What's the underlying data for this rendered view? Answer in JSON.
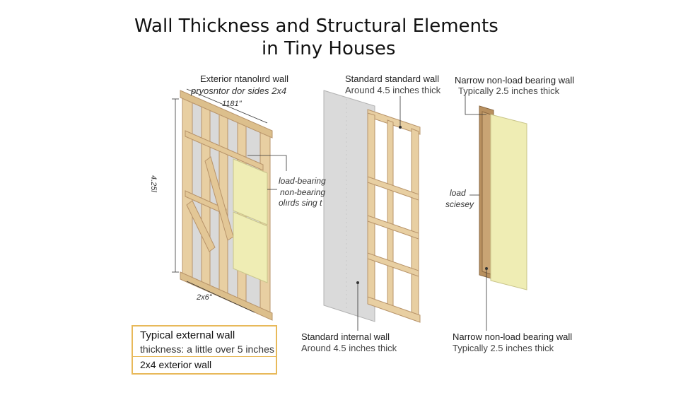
{
  "title": {
    "line1": "Wall Thickness and Structural Elements",
    "line2": "in Tiny Houses"
  },
  "exterior": {
    "heading": "Exterior ntanolırd wall",
    "subheading": "pryosntor dor sides 2x4",
    "top_dim": "1181\"",
    "height_dim": "4.25l",
    "bottom_dim": "2x6\"",
    "note1": "load-bearing",
    "note2": "non-bearing",
    "note3": "olırds sing t"
  },
  "standard": {
    "top_title": "Standard standard wall",
    "top_sub": "Around 4.5 inches thick",
    "bottom_title": "Standard internal wall",
    "bottom_sub": "Around 4.5 inches thick"
  },
  "narrow": {
    "top_title": "Narrow non-load bearing wall",
    "top_sub": "Typically 2.5 inches thick",
    "side1": "load",
    "side2": "sciesey",
    "bottom_title": "Narrow non-load bearing wall",
    "bottom_sub": "Typically 2.5 inches thick"
  },
  "callout": {
    "line1": "Typical external wall",
    "line2": "thickness: a little over 5 inches",
    "line3": "2x4 exterior wall"
  },
  "colors": {
    "wood": "#e8cfa2",
    "wood_edge": "#b8946a",
    "insulation": "#efedb4",
    "drywall": "#d6d6d6",
    "callout_border": "#e8b95a",
    "dark_stud": "#a77d52"
  }
}
